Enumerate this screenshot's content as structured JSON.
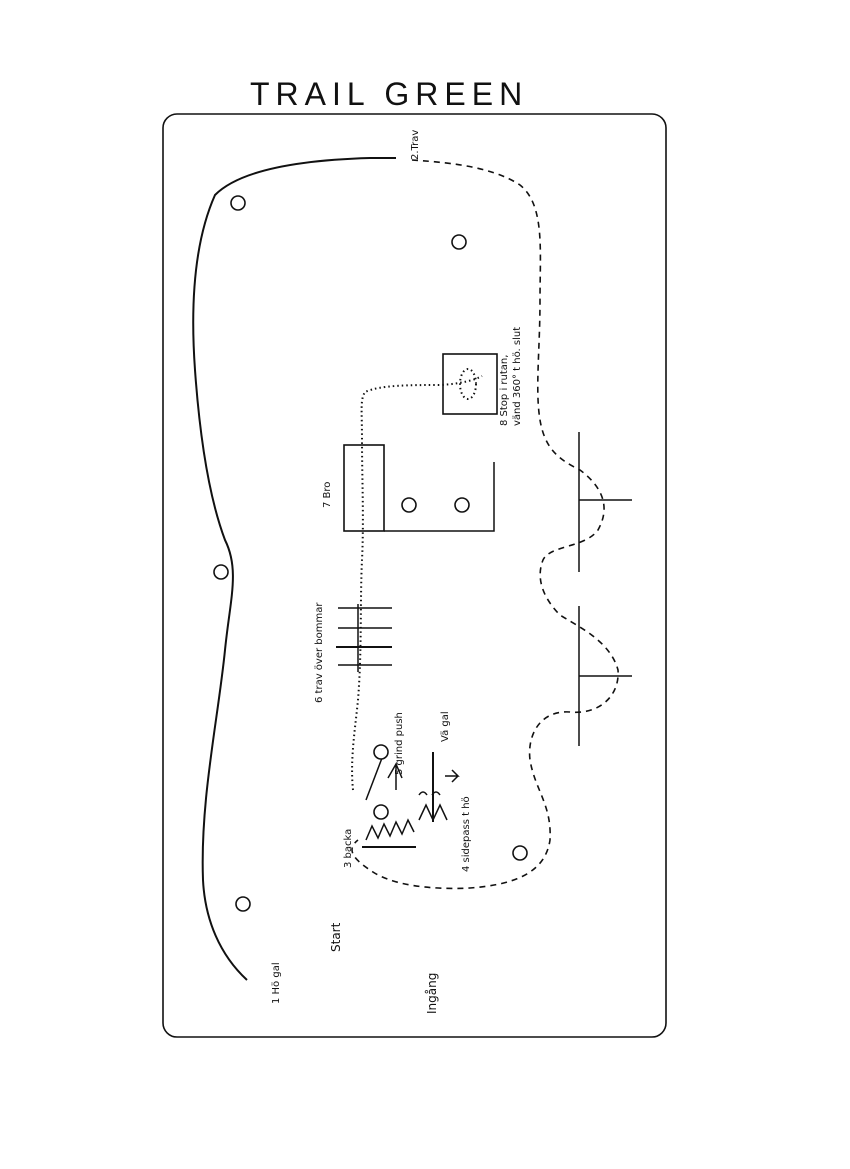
{
  "title": "TRAIL GREEN",
  "labels": {
    "trav2": "2.Trav",
    "stop8_line1": "8 Stop i rutan,",
    "stop8_line2": "vänd 360° t hö. slut",
    "bro7": "7 Bro",
    "bommar6": "6 trav över bommar",
    "grind5": "5 grind push",
    "vagal": "Vä gal",
    "sidepass4": "4 sidepass t hö",
    "backa3": "3 backa",
    "start": "Start",
    "hogal1": "1 Hö gal",
    "ingang": "Ingång"
  },
  "icons": [
    "cone-icon",
    "direction-arrow-icon"
  ]
}
